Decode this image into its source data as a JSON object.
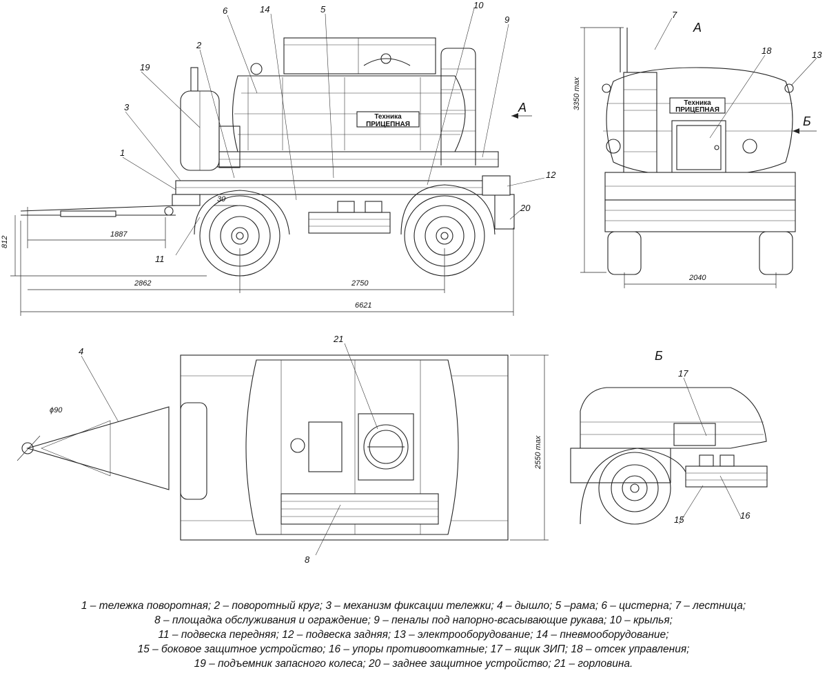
{
  "callouts": {
    "c1": "1",
    "c2": "2",
    "c3": "3",
    "c4": "4",
    "c5": "5",
    "c6": "6",
    "c7": "7",
    "c8": "8",
    "c9": "9",
    "c10": "10",
    "c11": "11",
    "c12": "12",
    "c13": "13",
    "c14": "14",
    "c15": "15",
    "c16": "16",
    "c17": "17",
    "c18": "18",
    "c19": "19",
    "c20": "20",
    "c21": "21"
  },
  "view_labels": {
    "view_a_top": "А",
    "view_a_arrow": "А",
    "view_b_arrow": "Б",
    "view_b_title": "Б"
  },
  "dimensions": {
    "d30": "30",
    "d1887": "1887",
    "d812": "812",
    "d2862": "2862",
    "d2750": "2750",
    "d6621": "6621",
    "d3350": "3350 max",
    "d2040": "2040",
    "d90": "ϕ90",
    "d2550": "2550 max"
  },
  "logo": {
    "brand_top": "Техника",
    "brand_bottom": "ПРИЦЕПНАЯ"
  },
  "legend": {
    "line1": "1 – тележка поворотная; 2 – поворотный круг; 3 – механизм фиксации тележки; 4 – дышло; 5 –рама; 6 – цистерна; 7 – лестница;",
    "line2": "8 – площадка обслуживания и ограждение; 9 – пеналы под напорно-всасывающие рукава; 10 – крылья;",
    "line3": "11 – подвеска передняя; 12 – подвеска задняя; 13 – электрооборудование; 14 – пневмооборудование;",
    "line4": "15 – боковое защитное устройство; 16 – упоры противооткатные; 17 – ящик ЗИП; 18 – отсек управления;",
    "line5": "19 – подъемник запасного колеса; 20 – заднее защитное устройство; 21 – горловина."
  }
}
